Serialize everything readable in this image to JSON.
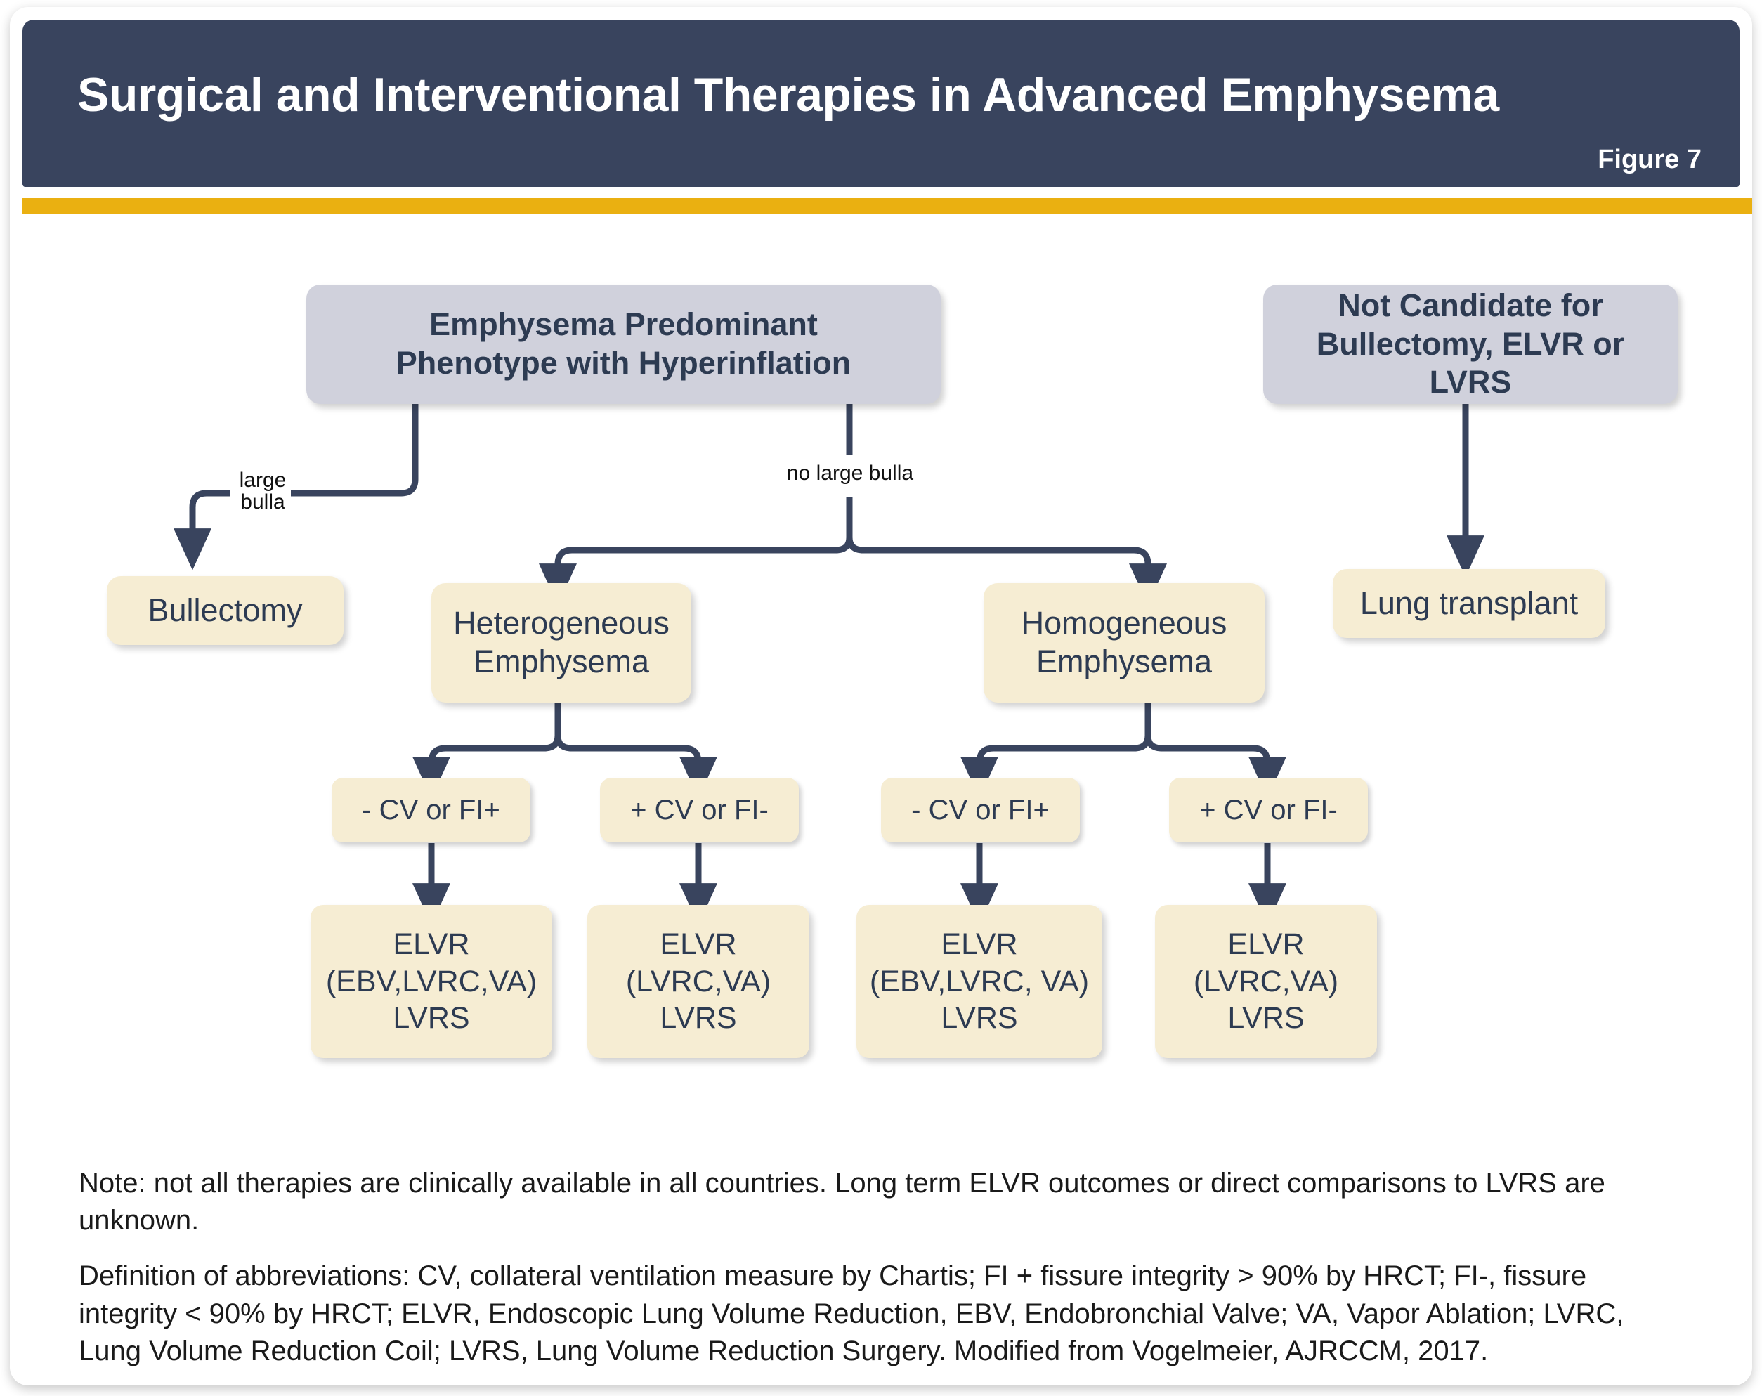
{
  "header": {
    "title": "Surgical and Interventional Therapies in Advanced Emphysema",
    "figure_label": "Figure  7",
    "bar_color": "#39445e",
    "rule_color": "#eab011"
  },
  "colors": {
    "head_box": "#d0d1dc",
    "cream_box": "#f6edd3",
    "text_navy": "#2d3b52",
    "connector": "#39445e"
  },
  "nodes": {
    "emphysema_phenotype": {
      "line1": "Emphysema Predominant",
      "line2": "Phenotype with Hyperinflation"
    },
    "not_candidate": {
      "line1": "Not Candidate for",
      "line2": "Bullectomy, ELVR or LVRS"
    },
    "bullectomy": {
      "label": "Bullectomy"
    },
    "heterogeneous": {
      "line1": "Heterogeneous",
      "line2": "Emphysema"
    },
    "homogeneous": {
      "line1": "Homogeneous",
      "line2": "Emphysema"
    },
    "lung_transplant": {
      "label": "Lung transplant"
    },
    "criteria": [
      {
        "label": "- CV or FI+"
      },
      {
        "label": "+ CV or FI-"
      },
      {
        "label": "- CV or FI+"
      },
      {
        "label": "+ CV or FI-"
      }
    ],
    "treatments": [
      {
        "line1": "ELVR",
        "line2": "(EBV,LVRC,VA)",
        "line3": "LVRS"
      },
      {
        "line1": "ELVR",
        "line2": "(LVRC,VA)",
        "line3": "LVRS"
      },
      {
        "line1": "ELVR",
        "line2": "(EBV,LVRC, VA)",
        "line3": "LVRS"
      },
      {
        "line1": "ELVR",
        "line2": "(LVRC,VA)",
        "line3": "LVRS"
      }
    ]
  },
  "edge_labels": {
    "large_bulla": "large\nbulla",
    "no_large_bulla": "no large bulla"
  },
  "footnotes": {
    "note": "Note: not all therapies are clinically available in all countries. Long term ELVR outcomes or direct comparisons to LVRS are unknown.",
    "abbreviations": "Definition of abbreviations: CV, collateral ventilation measure by Chartis; FI + fissure integrity > 90% by HRCT; FI-, fissure integrity < 90% by HRCT;  ELVR, Endoscopic Lung Volume Reduction, EBV, Endobronchial Valve; VA, Vapor Ablation; LVRC, Lung Volume Reduction Coil; LVRS, Lung Volume Reduction Surgery. Modified from Vogelmeier, AJRCCM, 2017."
  }
}
